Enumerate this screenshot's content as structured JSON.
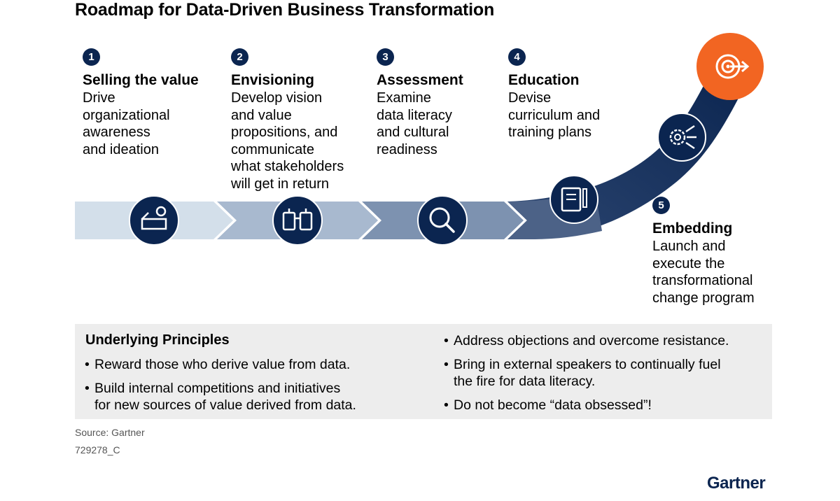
{
  "title": "Roadmap for Data-Driven Business Transformation",
  "steps": [
    {
      "number": "1",
      "title": "Selling the value",
      "description": "Drive\norganizational\nawareness\nand ideation",
      "icon": "desk-person-icon"
    },
    {
      "number": "2",
      "title": "Envisioning",
      "description": "Develop vision\nand value\npropositions, and\ncommunicate\nwhat stakeholders\nwill get in return",
      "icon": "binoculars-icon"
    },
    {
      "number": "3",
      "title": "Assessment",
      "description": "Examine\ndata literacy\nand cultural\nreadiness",
      "icon": "magnifier-icon"
    },
    {
      "number": "4",
      "title": "Education",
      "description": "Devise\ncurriculum and\ntraining plans",
      "icon": "notebook-pencil-icon"
    },
    {
      "number": "5",
      "title": "Embedding",
      "description": "Launch and\nexecute the\ntransformational\nchange program",
      "icon": "gear-arrows-icon"
    }
  ],
  "goal_icon": "target-arrow-icon",
  "principles": {
    "title": "Underlying Principles",
    "left": [
      "Reward those who derive value from data.",
      "Build internal competitions and initiatives\nfor new sources of value derived from data."
    ],
    "right": [
      "Address objections and overcome resistance.",
      "Bring in external speakers to continually fuel\nthe fire for data literacy.",
      "Do not become “data obsessed”!"
    ]
  },
  "source": "Source: Gartner",
  "code": "729278_C",
  "logo": "Gartner",
  "colors": {
    "navy": "#0b2550",
    "orange": "#f26522",
    "seg1": "#d3dfea",
    "seg2": "#a8b9cf",
    "seg3": "#7d92b0",
    "seg4": "#4c6287",
    "seg5": "#1e375e",
    "panel": "#ededed"
  }
}
